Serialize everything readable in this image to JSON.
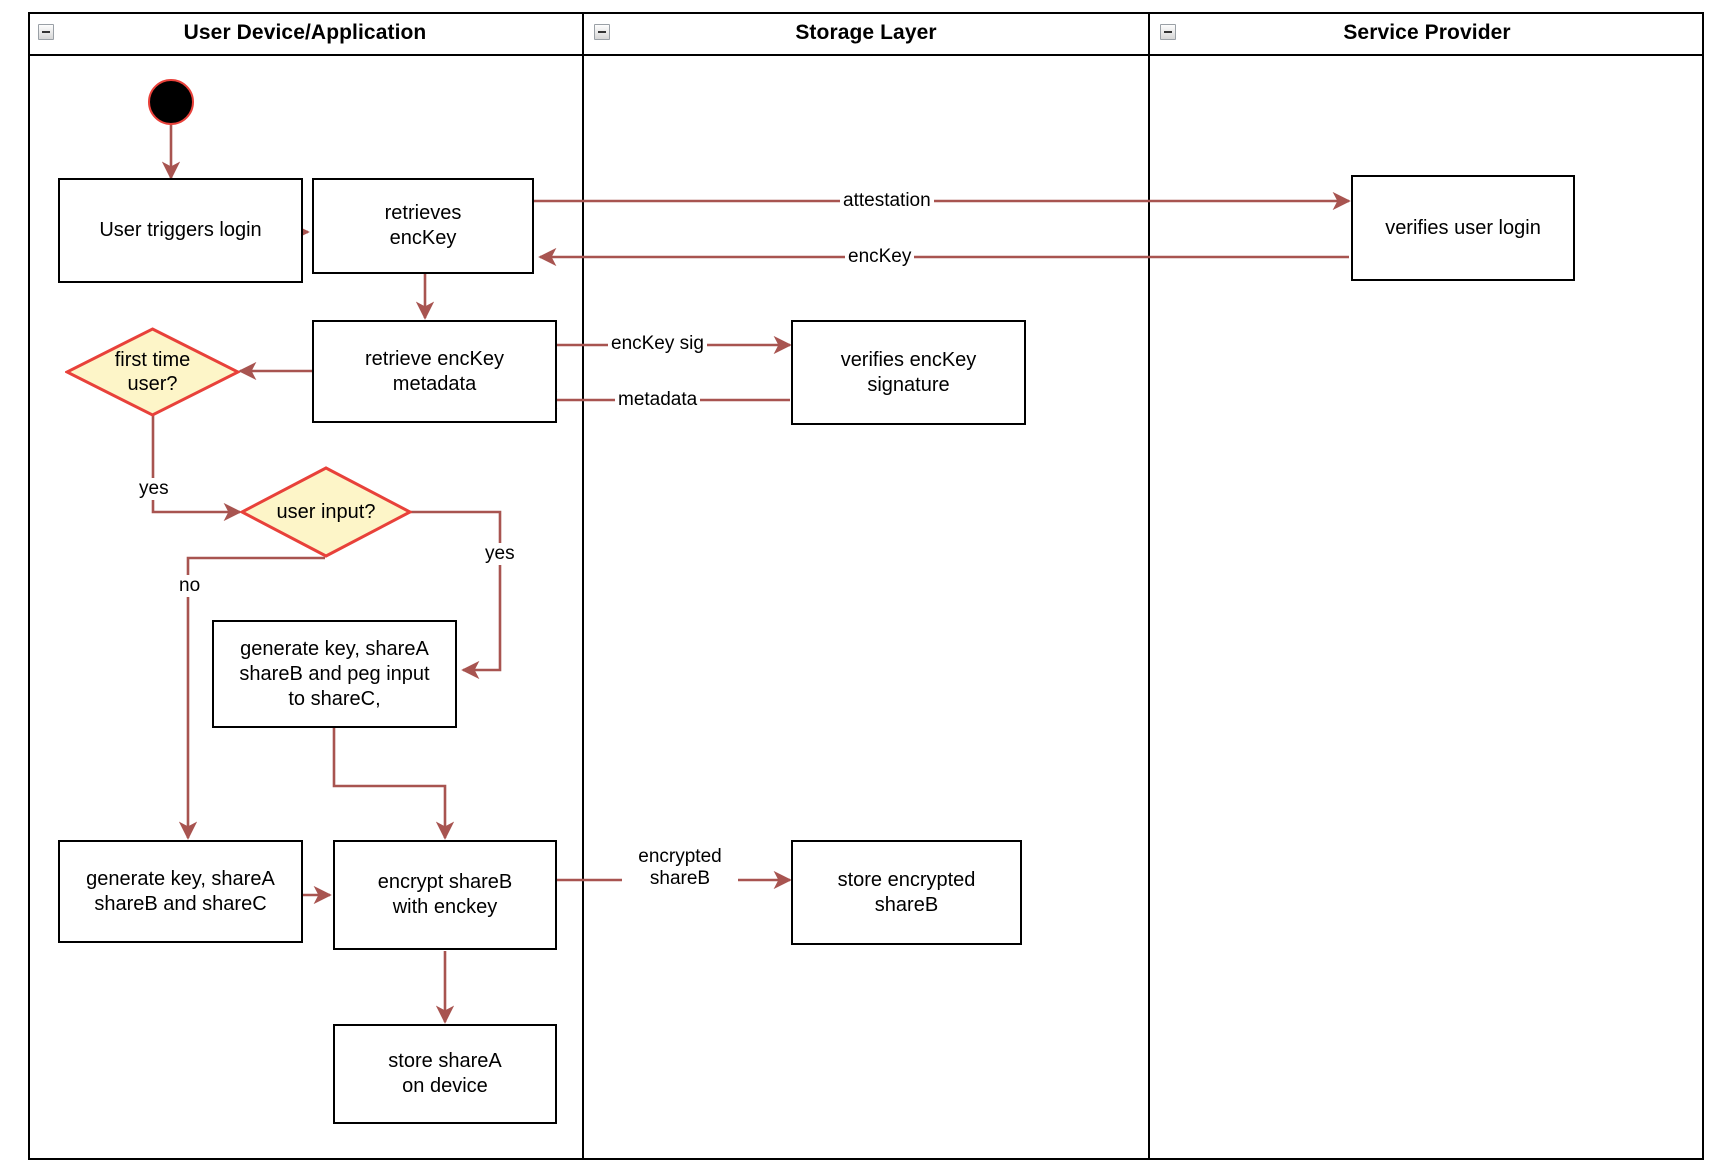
{
  "diagram": {
    "type": "uml-activity-swimlane",
    "accent_edge_color": "#a85450",
    "decision_fill": "#fdf5c8",
    "decision_stroke": "#e8413a",
    "node_stroke": "#000000",
    "node_fill": "#ffffff",
    "initial_node_fill": "#000000",
    "initial_node_stroke": "#e8413a"
  },
  "lanes": [
    {
      "id": "user-device",
      "title": "User Device/Application",
      "collapse_icon": "collapse-minus-icon"
    },
    {
      "id": "storage-layer",
      "title": "Storage Layer",
      "collapse_icon": "collapse-minus-icon"
    },
    {
      "id": "service-provider",
      "title": "Service Provider",
      "collapse_icon": "collapse-minus-icon"
    }
  ],
  "nodes": {
    "initial": {
      "name": "initial-node",
      "label": ""
    },
    "user_triggers_login": {
      "label": "User triggers login"
    },
    "retrieves_enckey": {
      "label": "retrieves\nencKey"
    },
    "verifies_user_login": {
      "label": "verifies user login"
    },
    "retrieve_enckey_metadata": {
      "label": "retrieve encKey\nmetadata"
    },
    "verifies_enckey_signature": {
      "label": "verifies encKey signature"
    },
    "first_time_user": {
      "label": "first time\nuser?"
    },
    "user_input": {
      "label": "user input?"
    },
    "generate_peg": {
      "label": "generate key, shareA\nshareB and peg input\nto shareC,"
    },
    "generate_shares": {
      "label": "generate key, shareA\nshareB and shareC"
    },
    "encrypt_shareb": {
      "label": "encrypt shareB\nwith enckey"
    },
    "store_encrypted_shareb": {
      "label": "store encrypted\nshareB"
    },
    "store_sharea": {
      "label": "store shareA\non device"
    }
  },
  "edge_labels": {
    "attestation": "attestation",
    "enckey": "encKey",
    "enckey_sig": "encKey sig",
    "metadata": "metadata",
    "yes_first_time": "yes",
    "yes_user_input": "yes",
    "no_user_input": "no",
    "encrypted_shareb": "encrypted\nshareB"
  }
}
